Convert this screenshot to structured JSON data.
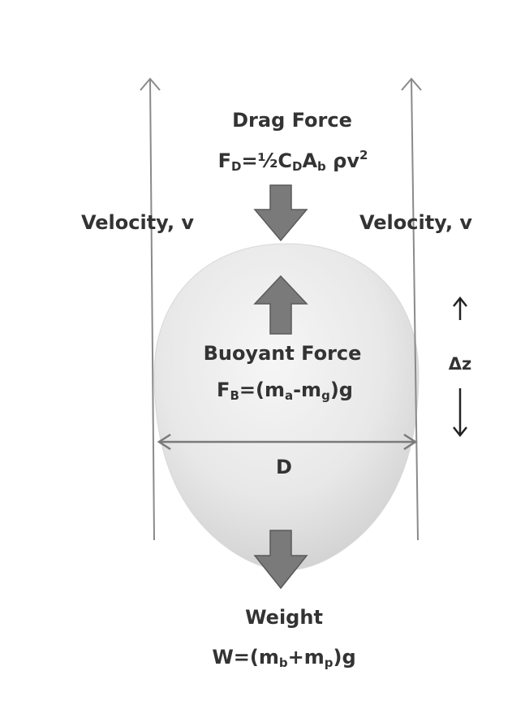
{
  "drag": {
    "title": "Drag Force",
    "eq_pre": "F",
    "eq_sub1": "D",
    "eq_mid1": "=½C",
    "eq_sub2": "D",
    "eq_mid2": "A",
    "eq_sub3": "b",
    "eq_mid3": " ρv",
    "eq_sup": "2"
  },
  "velocity": {
    "left": "Velocity, v",
    "right": "Velocity, v"
  },
  "buoyant": {
    "title": "Buoyant Force",
    "eq_pre": "F",
    "eq_sub1": "B",
    "eq_mid1": "=(m",
    "eq_sub2": "a",
    "eq_mid2": "-m",
    "eq_sub3": "g",
    "eq_post": ")g"
  },
  "dz_label": "Δz",
  "diameter_label": "D",
  "weight": {
    "title": "Weight",
    "eq_pre": "W=(m",
    "eq_sub1": "b",
    "eq_mid": "+m",
    "eq_sub2": "p",
    "eq_post": ")g"
  },
  "colors": {
    "arrow_fill": "#7a7a7a",
    "arrow_stroke": "#5a5a5a",
    "line": "#8a8a8a",
    "text": "#333333",
    "balloon_light": "#f4f4f4",
    "balloon_dark": "#cfcfcf"
  }
}
